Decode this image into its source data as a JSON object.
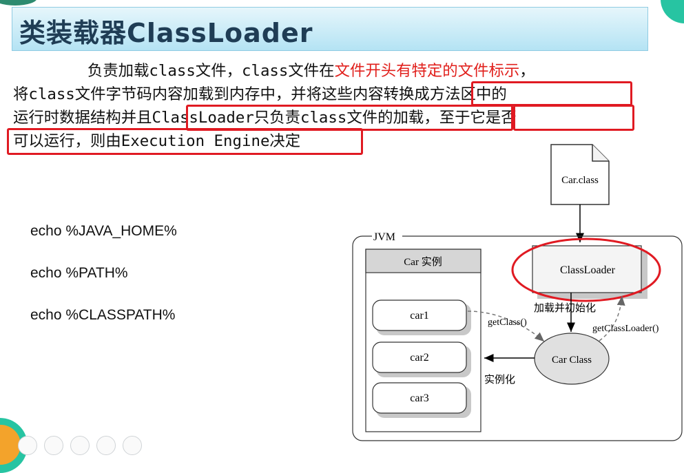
{
  "title": "类装载器ClassLoader",
  "paragraph": {
    "indent": "        ",
    "l1_a": "负责加载class文件，class文件在",
    "l1_red": "文件开头有特定的文件标示",
    "l1_b": "，",
    "l2_a": "将class文件字节码内容加载到内存中，并将这些内容",
    "l2_b": "转换成方法区中的",
    "l3_a": "运行时数据结构并且",
    "l3_b": "ClassLoader只负责class文件的加载",
    "l3_c": "，",
    "l3_d": "至于它是否",
    "l4": "可以运行，则由Execution Engine决定"
  },
  "commands": [
    "echo %JAVA_HOME%",
    "echo %PATH%",
    "echo %CLASSPATH%"
  ],
  "diagram": {
    "file_label": "Car.class",
    "jvm_label": "JVM",
    "instance_header": "Car 实例",
    "instances": [
      "car1",
      "car2",
      "car3"
    ],
    "classloader_label": "ClassLoader",
    "load_init_label": "加载并初始化",
    "get_class_label": "getClass()",
    "get_classloader_label": "getClassLoader()",
    "car_class_label": "Car Class",
    "instantiate_label": "实例化"
  },
  "colors": {
    "highlight": "#e01a22",
    "title_bg": "#b4e3f4"
  }
}
